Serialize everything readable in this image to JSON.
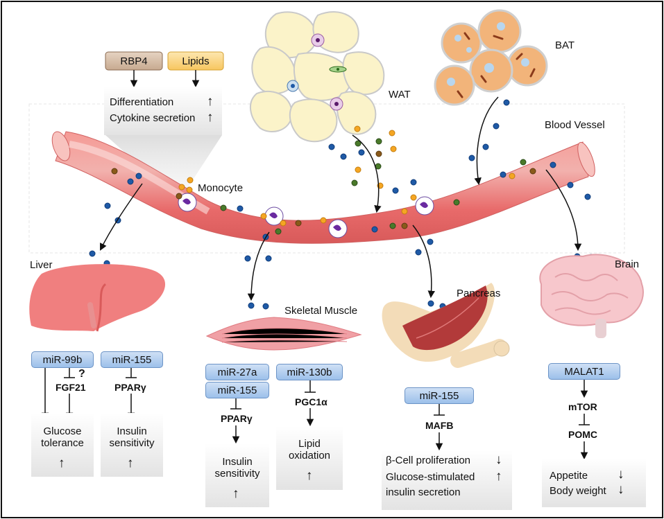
{
  "top": {
    "rbp4": "RBP4",
    "lipids": "Lipids",
    "differentiation": "Differentiation",
    "cytokine": "Cytokine secretion",
    "up": "↑"
  },
  "labels": {
    "wat": "WAT",
    "bat": "BAT",
    "blood_vessel": "Blood Vessel",
    "monocyte": "Monocyte",
    "liver": "Liver",
    "skeletal_muscle": "Skeletal Muscle",
    "pancreas": "Pancreas",
    "brain": "Brain"
  },
  "liver": {
    "mir99b": "miR-99b",
    "mir155": "miR-155",
    "question": "?",
    "fgf21": "FGF21",
    "ppar": "PPARγ",
    "glucose_l1": "Glucose",
    "glucose_l2": "tolerance",
    "insulin_l1": "Insulin",
    "insulin_l2": "sensitivity",
    "up": "↑"
  },
  "muscle": {
    "mir27a": "miR-27a",
    "mir155": "miR-155",
    "mir130b": "miR-130b",
    "ppar": "PPARγ",
    "pgc": "PGC1α",
    "insulin_l1": "Insulin",
    "insulin_l2": "sensitivity",
    "lipid_l1": "Lipid",
    "lipid_l2": "oxidation",
    "up": "↑"
  },
  "pancreas": {
    "mir155": "miR-155",
    "mafb": "MAFB",
    "line1": "β-Cell proliferation",
    "line2": "Glucose-stimulated",
    "line3": "insulin secretion",
    "down": "↓",
    "up": "↑"
  },
  "brain": {
    "malat1": "MALAT1",
    "mtor": "mTOR",
    "pomc": "POMC",
    "appetite": "Appetite",
    "body_weight": "Body weight",
    "down": "↓"
  },
  "colors": {
    "blue_dot": "#1f5aa6",
    "orange_dot": "#f5a623",
    "green_dot": "#4a7a2a",
    "brown_dot": "#8a5a1a",
    "vessel": "#e86a6a",
    "fat_cell": "#fbf3c9"
  }
}
